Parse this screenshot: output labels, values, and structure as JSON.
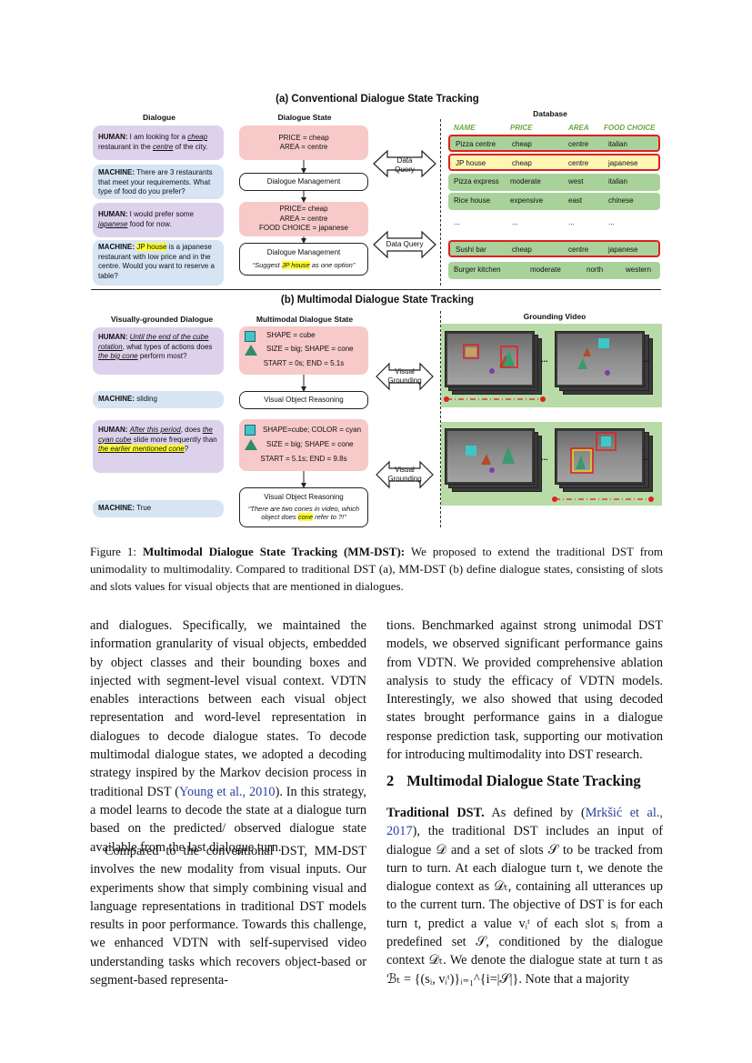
{
  "figure": {
    "part_a_title": "(a) Conventional Dialogue State Tracking",
    "part_b_title": "(b) Multimodal Dialogue State Tracking",
    "a_dialogue_head": "Dialogue",
    "a_state_head": "Dialogue State",
    "a_db_head": "Database",
    "a_turns": [
      {
        "speaker": "HUMAN:",
        "pre": " I am looking for a ",
        "em1": "cheap",
        "mid": " restaurant in the ",
        "em2": "centre",
        "post": " of the city."
      },
      {
        "speaker": "MACHINE:",
        "text": " There are 3 restaurants that meet your requirements. What type of food do you prefer?"
      },
      {
        "speaker": "HUMAN:",
        "pre": " I would prefer some ",
        "em1": "japanese",
        "post": " food for now."
      },
      {
        "speaker": "MACHINE:",
        "hl": "JP house",
        "post": " is a japanese restaurant with low price and in the centre.  Would you want to reserve a table?"
      }
    ],
    "a_state1": [
      "PRICE = cheap",
      "AREA = centre"
    ],
    "a_dm1": "Dialogue Management",
    "a_state2": [
      "PRICE= cheap",
      "AREA = centre",
      "FOOD CHOICE = japanese"
    ],
    "a_dm2": "Dialogue Management",
    "a_dm2_quote_pre": "“Suggest ",
    "a_dm2_quote_hl": "JP house",
    "a_dm2_quote_post": " as one option”",
    "a_query1": [
      "Data",
      "Query"
    ],
    "a_query2": "Data Query",
    "db_columns": [
      "NAME",
      "PRICE",
      "AREA",
      "FOOD CHOICE"
    ],
    "db_rows": [
      [
        "Pizza centre",
        "cheap",
        "centre",
        "italian"
      ],
      [
        "JP house",
        "cheap",
        "centre",
        "japanese"
      ],
      [
        "Pizza express",
        "moderate",
        "west",
        "italian"
      ],
      [
        "Rice house",
        "expensive",
        "east",
        "chinese"
      ],
      [
        "...",
        "...",
        "...",
        "..."
      ],
      [
        "Sushi bar",
        "cheap",
        "centre",
        "japanese"
      ],
      [
        "Burger kitchen",
        "moderate",
        "north",
        "western"
      ]
    ],
    "b_dialogue_head": "Visually-grounded Dialogue",
    "b_state_head": "Multimodal Dialogue State",
    "b_video_head": "Grounding Video",
    "b_turn1_speaker": "HUMAN:",
    "b_turn1_em": "Until the end of the cube rotation",
    "b_turn1_mid": ", what types of actions does ",
    "b_turn1_em2": "the big cone",
    "b_turn1_post": " perform most?",
    "b_turn2_speaker": "MACHINE:",
    "b_turn2_text": " sliding",
    "b_turn3_speaker": "HUMAN:",
    "b_turn3_em": "After this period",
    "b_turn3_mid": ", does ",
    "b_turn3_em2": "the cyan cube",
    "b_turn3_mid2": " slide more frequently than ",
    "b_turn3_hl": "the earlier mentioned cone",
    "b_turn3_post": "?",
    "b_turn4_speaker": "MACHINE:",
    "b_turn4_text": " True",
    "b_state1": [
      "SHAPE = cube",
      "SIZE = big; SHAPE = cone",
      "START = 0s; END = 5.1s"
    ],
    "b_vor1": "Visual Object Reasoning",
    "b_state2": [
      "SHAPE=cube; COLOR = cyan",
      "SIZE = big; SHAPE = cone",
      "START = 5.1s; END = 9.8s"
    ],
    "b_vor2": "Visual Object Reasoning",
    "b_vor2_quote_pre": "“There are two cones in video, which object does ",
    "b_vor2_quote_hl": "cone",
    "b_vor2_quote_post": " refer to ?!”",
    "b_grounding": [
      "Visual",
      "Grounding"
    ],
    "ellipsis": "...",
    "caption_label": "Figure 1: ",
    "caption_bold": "Multimodal Dialogue State Tracking (MM-DST):",
    "caption_text": " We proposed to extend the traditional DST from unimodality to multimodality. Compared to traditional DST (a), MM-DST (b) define dialogue states, consisting of slots and slots values for visual objects that are mentioned in dialogues."
  },
  "colors": {
    "human": "#ddd2ec",
    "machine": "#d6e4f3",
    "state": "#f7c9c9",
    "db": "#a9d29a",
    "highlight": "#ffff33",
    "cite": "#2a3f9e"
  },
  "left_col": {
    "p1_a": "and dialogues. Specifically, we maintained the information granularity of visual objects, embedded by object classes and their bounding boxes and injected with segment-level visual context. VDTN enables interactions between each visual object representation and word-level representation in dialogues to decode dialogue states. To decode multimodal dialogue states, we adopted a decoding strategy inspired by the Markov decision process in traditional DST (",
    "p1_cite": "Young et al., 2010",
    "p1_b": "). In this strategy, a model learns to decode the state at a dialogue turn based on the predicted/ observed dialogue state available from the last dialogue turn.",
    "p2": "Compared to the conventional DST, MM-DST involves the new modality from visual inputs. Our experiments show that simply combining visual and language representations in traditional DST models results in poor performance.  Towards this challenge, we enhanced VDTN with self-supervised video understanding tasks which recovers object-based or segment-based representa-"
  },
  "right_col": {
    "p1": "tions. Benchmarked against strong unimodal DST models, we observed significant performance gains from VDTN. We provided comprehensive ablation analysis to study the efficacy of VDTN models. Interestingly, we also showed that using decoded states brought performance gains in a dialogue response prediction task, supporting our motivation for introducing multimodality into DST research.",
    "section_num": "2",
    "section_title": "Multimodal Dialogue State Tracking",
    "p2_head": "Traditional DST.",
    "p2_a": "  As defined by (",
    "p2_cite": "Mrkšić et al., 2017",
    "p2_b": "), the traditional DST includes an input of dialogue 𝒟 and a set of slots 𝒮 to be tracked from turn to turn. At each dialogue turn t, we denote the dialogue context as 𝒟ₜ, containing all utterances up to the current turn. The objective of DST is for each turn t, predict a value vᵢᵗ of each slot sᵢ from a predefined set 𝒮, conditioned by the dialogue context 𝒟ₜ. We denote the dialogue state at turn t as ℬₜ = {(sᵢ, vᵢᵗ)}ᵢ₌₁^{i=|𝒮|}.  Note that a majority"
  }
}
